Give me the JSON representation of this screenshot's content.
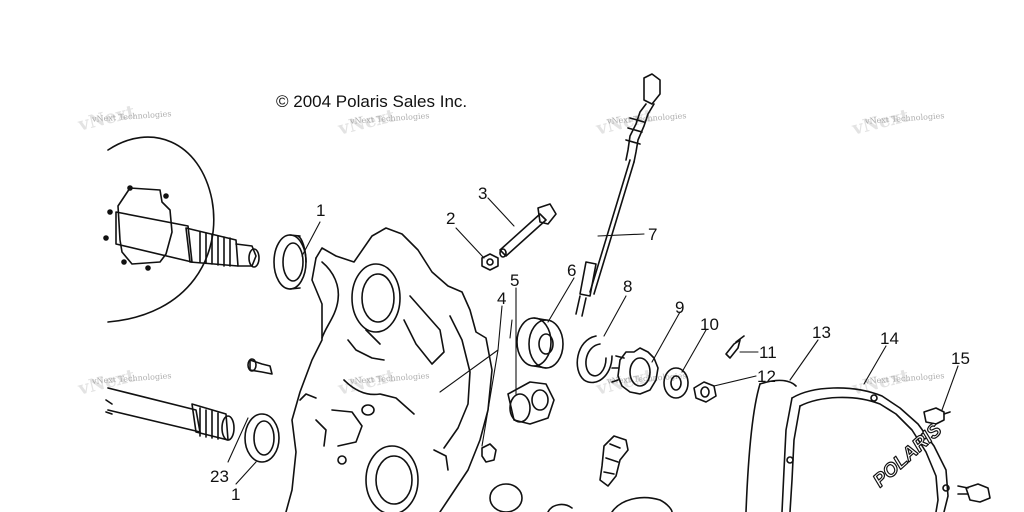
{
  "copyright": "© 2004 Polaris Sales Inc.",
  "watermark": "vNext Technologies",
  "cover_logo": "POLARIS",
  "callouts": {
    "c1_top": "1",
    "c2": "2",
    "c3": "3",
    "c4": "4",
    "c5": "5",
    "c6": "6",
    "c7": "7",
    "c8": "8",
    "c9": "9",
    "c10": "10",
    "c11": "11",
    "c12": "12",
    "c13": "13",
    "c14": "14",
    "c15": "15",
    "c23": "23",
    "c1_bottom": "1"
  }
}
